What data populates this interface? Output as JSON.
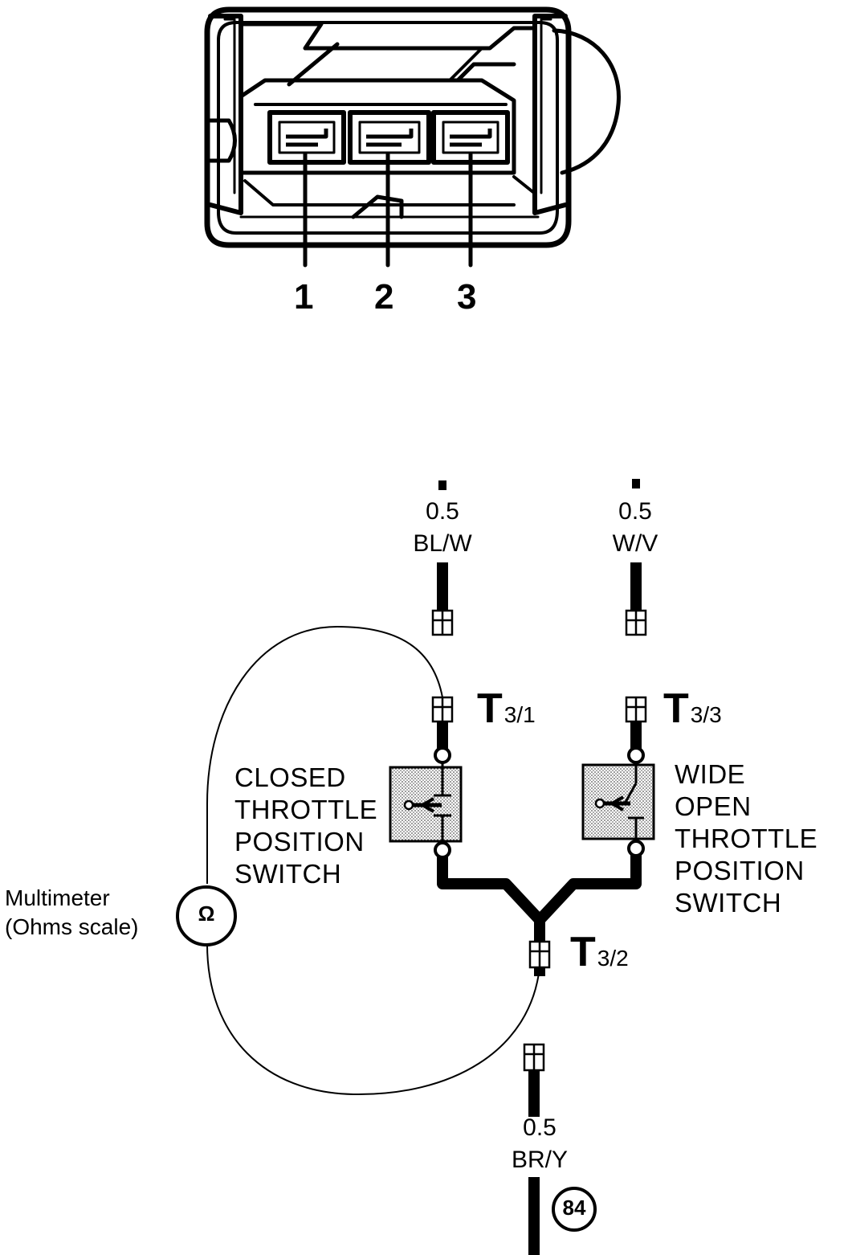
{
  "connector": {
    "pins": [
      "1",
      "2",
      "3"
    ]
  },
  "wires": {
    "top_left": {
      "gauge": "0.5",
      "color": "BL/W"
    },
    "top_right": {
      "gauge": "0.5",
      "color": "W/V"
    },
    "bottom": {
      "gauge": "0.5",
      "color": "BR/Y"
    }
  },
  "terminals": {
    "t31": {
      "letter": "T",
      "sub": "3/1"
    },
    "t33": {
      "letter": "T",
      "sub": "3/3"
    },
    "t32": {
      "letter": "T",
      "sub": "3/2"
    }
  },
  "switches": {
    "closed": [
      "CLOSED",
      "THROTTLE",
      "POSITION",
      "SWITCH"
    ],
    "wide_open": [
      "WIDE",
      "OPEN",
      "THROTTLE",
      "POSITION",
      "SWITCH"
    ]
  },
  "multimeter": {
    "line1": "Multimeter",
    "line2": "(Ohms scale)",
    "symbol": "Ω"
  },
  "ground_ref": "84"
}
